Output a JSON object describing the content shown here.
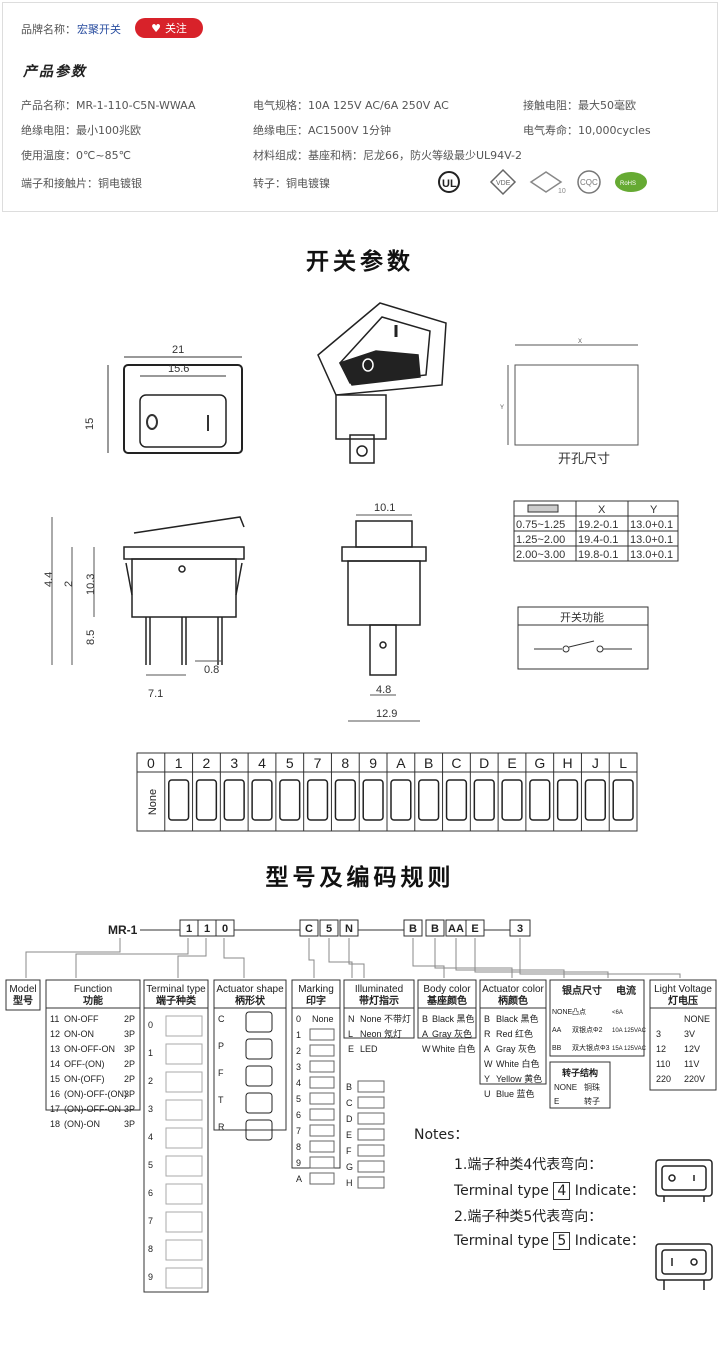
{
  "header": {
    "brand_label": "品牌名称：",
    "brand_name": "宏聚开关",
    "follow_label": "关注"
  },
  "params": {
    "title": "产品参数",
    "items": [
      "产品名称：MR-1-110-C5N-WWAA",
      "电气规格：10A 125V AC/6A 250V AC",
      "接触电阻：最大50毫欧",
      "绝缘电阻：最小100兆欧",
      "绝缘电压：AC1500V 1分钟",
      "电气寿命：10,000cycles",
      "使用温度：0℃~85℃",
      "材料组成：基座和柄：尼龙66，防火等级最少UL94V-2",
      "端子和接触片：铜电镀银",
      "转子：铜电镀镍"
    ]
  },
  "switch_params_title": "开关参数",
  "dims": {
    "w21": "21",
    "w156": "15.6",
    "h15": "15",
    "w101": "10.1",
    "h44": "4.4",
    "h2": "2",
    "h103": "10.3",
    "h85": "8.5",
    "t08": "0.8",
    "t71": "7.1",
    "t48": "4.8",
    "t129": "12.9",
    "hole_label": "开孔尺寸",
    "x": "X",
    "y": "Y",
    "func_label": "开关功能"
  },
  "hole_table": [
    [
      "0.75~1.25",
      "19.2-0.1",
      "13.0+0.1"
    ],
    [
      "1.25~2.00",
      "19.4-0.1",
      "13.0+0.1"
    ],
    [
      "2.00~3.00",
      "19.8-0.1",
      "13.0+0.1"
    ]
  ],
  "marking_codes": [
    "0",
    "1",
    "2",
    "3",
    "4",
    "5",
    "7",
    "8",
    "9",
    "A",
    "B",
    "C",
    "D",
    "E",
    "G",
    "H",
    "J",
    "L"
  ],
  "marking_none": "None",
  "model_title": "型号及编码规则",
  "code": {
    "prefix": "MR-1",
    "digits": [
      "1",
      "1",
      "0"
    ],
    "shape": "C",
    "mark": "5",
    "illum": "N",
    "body": "B",
    "act": "B",
    "silver": "AA",
    "light": "E",
    "term": "3"
  },
  "columns": {
    "model": "Model\n型号",
    "function": {
      "title": "Function",
      "sub": "功能",
      "rows": [
        [
          "11",
          "ON-OFF",
          "2P"
        ],
        [
          "12",
          "ON-ON",
          "3P"
        ],
        [
          "13",
          "ON-OFF-ON",
          "3P"
        ],
        [
          "14",
          "OFF-(ON)",
          "2P"
        ],
        [
          "15",
          "ON-(OFF)",
          "2P"
        ],
        [
          "16",
          "(ON)-OFF-(ON)",
          "3P"
        ],
        [
          "17",
          "(ON)-OFF-ON",
          "3P"
        ],
        [
          "18",
          "(ON)-ON",
          "3P"
        ]
      ]
    },
    "terminal": {
      "title": "Terminal type",
      "sub": "端子种类",
      "rows": [
        "0",
        "1",
        "2",
        "3",
        "4",
        "5",
        "6",
        "7",
        "8",
        "9"
      ]
    },
    "shape": {
      "title": "Actuator shape",
      "sub": "柄形状",
      "rows": [
        "C",
        "P",
        "F",
        "T",
        "R"
      ]
    },
    "marking": {
      "title": "Marking",
      "sub": "印字",
      "rows": [
        "0",
        "1",
        "2",
        "3",
        "4",
        "5",
        "6",
        "7",
        "8",
        "9",
        "A"
      ],
      "rows2": [
        "B",
        "C",
        "D",
        "E",
        "F",
        "G",
        "H"
      ],
      "none": "None"
    },
    "illum": {
      "title": "Illuminated",
      "sub": "带灯指示",
      "rows": [
        [
          "N",
          "None 不带灯"
        ],
        [
          "L",
          "Neon 氖灯"
        ],
        [
          "E",
          "LED"
        ]
      ]
    },
    "body": {
      "title": "Body color",
      "sub": "基座颜色",
      "rows": [
        [
          "B",
          "Black 黑色"
        ],
        [
          "A",
          "Gray 灰色"
        ],
        [
          "W",
          "White 白色"
        ]
      ]
    },
    "actcolor": {
      "title": "Actuator color",
      "sub": "柄颜色",
      "rows": [
        [
          "B",
          "Black 黑色"
        ],
        [
          "R",
          "Red 红色"
        ],
        [
          "A",
          "Gray 灰色"
        ],
        [
          "W",
          "White 白色"
        ],
        [
          "Y",
          "Yellow 黄色"
        ],
        [
          "U",
          "Blue 蓝色"
        ]
      ]
    },
    "silver": {
      "title": "银点尺寸",
      "title2": "电流",
      "rows": [
        [
          "NONE",
          "凸点",
          "<6A"
        ],
        [
          "AA",
          "双银点Φ2",
          "10A 125VAC"
        ],
        [
          "BB",
          "双大银点Φ3",
          "15A 125VAC"
        ]
      ]
    },
    "rotor": {
      "title": "转子结构",
      "rows": [
        [
          "NONE",
          "铜珠"
        ],
        [
          "E",
          "转子"
        ]
      ]
    },
    "light": {
      "title": "Light Voltage",
      "sub": "灯电压",
      "rows": [
        [
          "",
          "NONE"
        ],
        [
          "3",
          "3V"
        ],
        [
          "12",
          "12V"
        ],
        [
          "110",
          "11V"
        ],
        [
          "220",
          "220V"
        ]
      ]
    }
  },
  "notes": {
    "title": "Notes：",
    "n1": "1.端子种类4代表弯向：",
    "n1en": "Terminal type",
    "n1num": "4",
    "n1end": "Indicate：",
    "n2": "2.端子种类5代表弯向：",
    "n2en": "Terminal type",
    "n2num": "5",
    "n2end": "Indicate："
  }
}
